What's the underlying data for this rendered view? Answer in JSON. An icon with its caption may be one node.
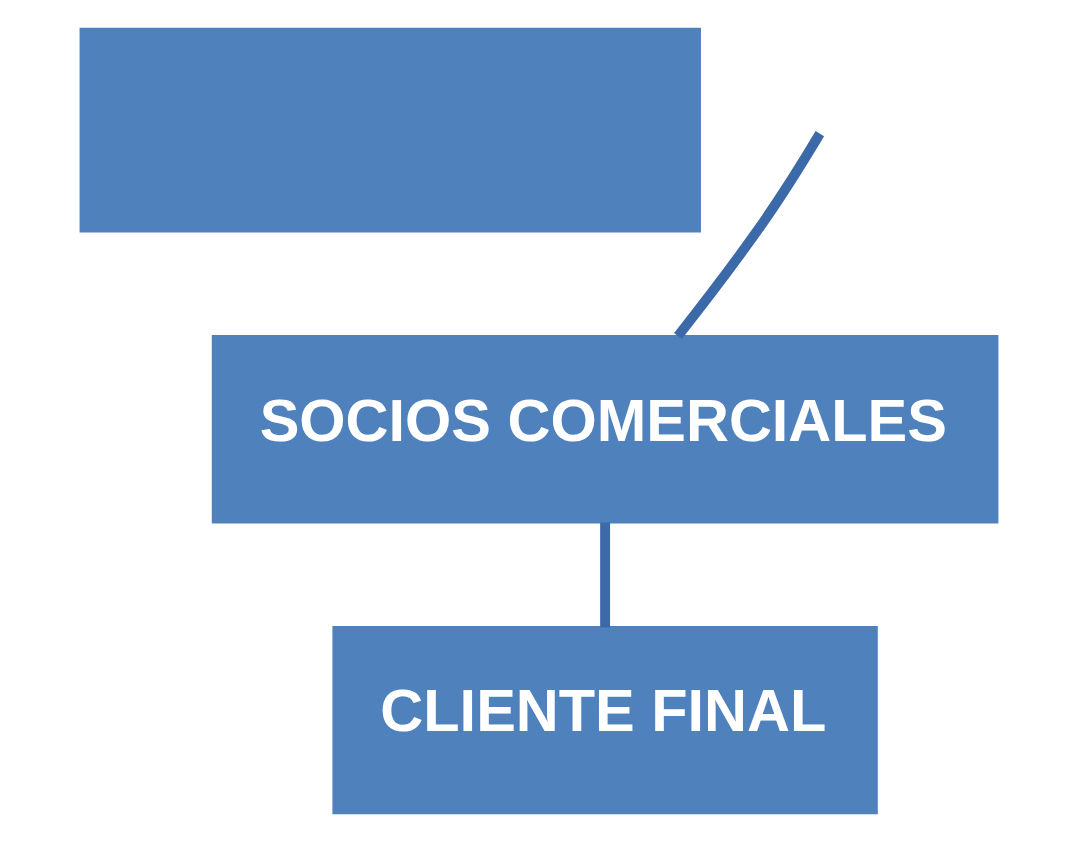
{
  "diagram": {
    "nodes": [
      {
        "text": [],
        "shape": "box"
      },
      {
        "text": [
          "SOCIOS COMERCIALES"
        ]
      },
      {
        "text": [
          "CLIENTE FINAL"
        ]
      }
    ],
    "edges": [
      {
        "from": 1,
        "to": null,
        "arrow": "none"
      },
      {
        "from": 1,
        "to": 2,
        "arrow": "none"
      }
    ]
  }
}
